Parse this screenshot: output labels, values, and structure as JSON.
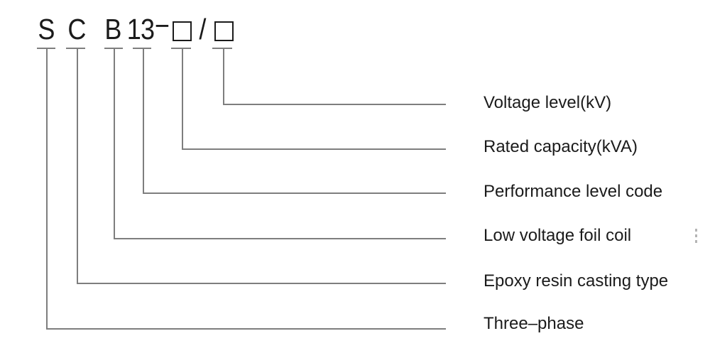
{
  "colors": {
    "background": "#ffffff",
    "line": "#7e7e7e",
    "ink": "#1b1b1b",
    "dots": "#b5b5b5"
  },
  "code": {
    "letters": [
      "S",
      "C",
      "B",
      "13"
    ],
    "dash": "−",
    "slash": "/",
    "placeholder_boxes": 2,
    "full_display": "SCB13-□/□"
  },
  "rows": [
    {
      "code_part": "□ (after slash)",
      "label": "Voltage level(kV)"
    },
    {
      "code_part": "□ (before slash)",
      "label": "Rated capacity(kVA)"
    },
    {
      "code_part": "13",
      "label": "Performance level code"
    },
    {
      "code_part": "B",
      "label": "Low voltage foil coil"
    },
    {
      "code_part": "C",
      "label": "Epoxy resin casting type"
    },
    {
      "code_part": "S",
      "label": "Three–phase"
    }
  ],
  "icons": {
    "ellipsis": "vertical-ellipsis"
  }
}
